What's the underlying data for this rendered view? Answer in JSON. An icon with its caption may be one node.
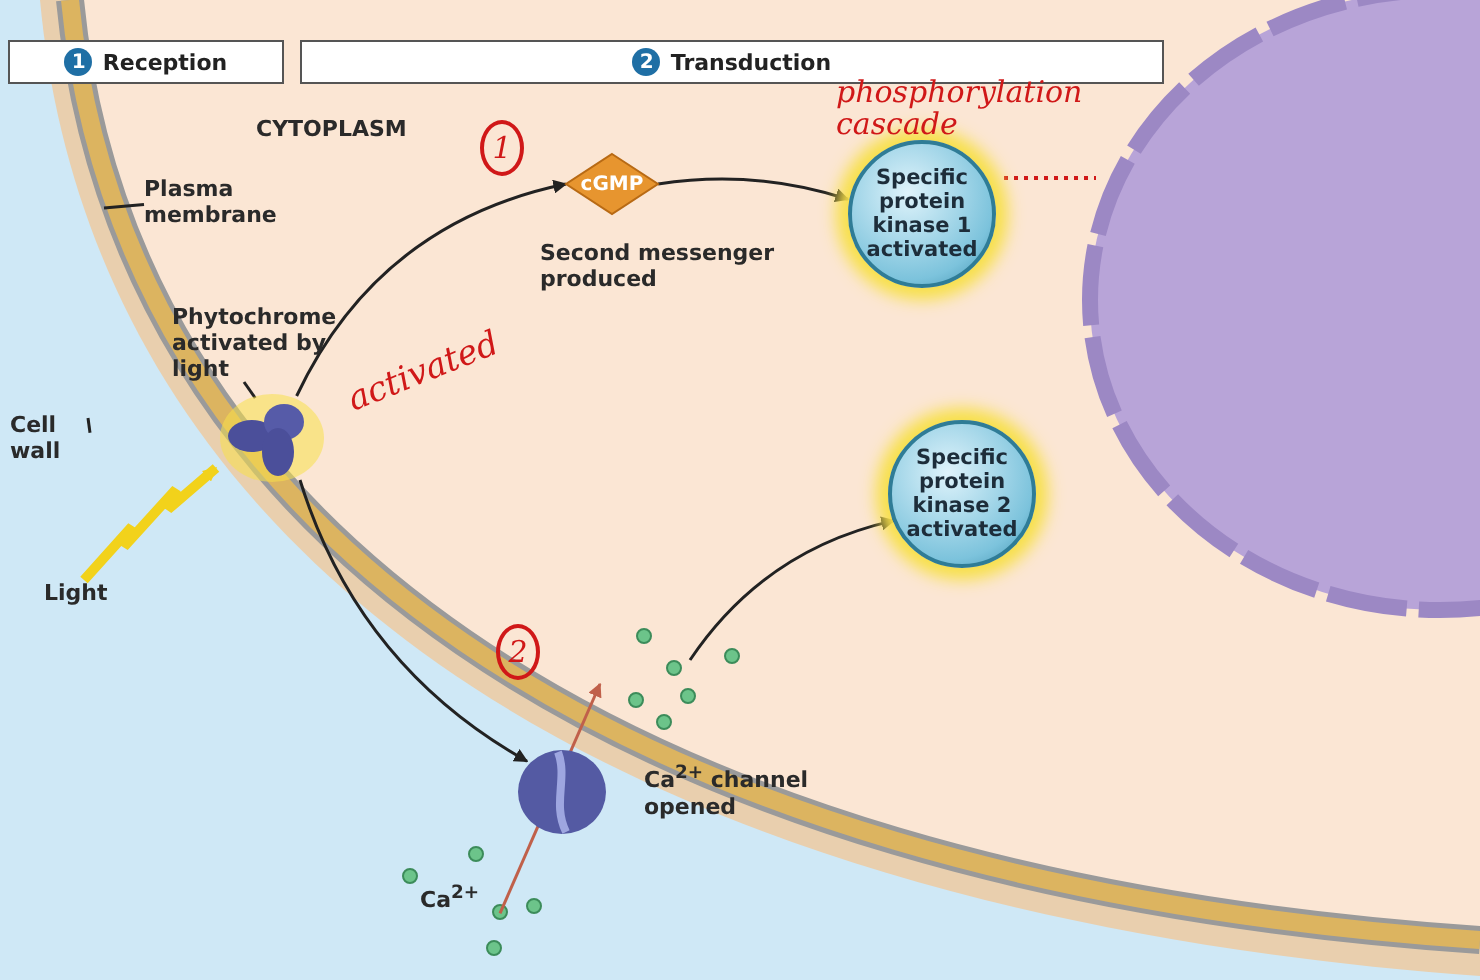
{
  "diagram": {
    "nodes": [
      {
        "text": [
          "Reception"
        ]
      },
      {
        "text": [
          "1"
        ],
        "in": 0
      },
      {
        "text": [
          "Transduction"
        ]
      },
      {
        "text": [
          "2"
        ],
        "in": 2
      },
      {
        "text": [
          "Phytochrome activated by light"
        ]
      },
      {
        "text": [],
        "shape": "picture"
      },
      {
        "text": [
          "cGMP"
        ],
        "beside": [
          "Second messenger produced"
        ]
      },
      {
        "text": [
          "Specific protein kinase 1 activated"
        ],
        "beside": [
          "phosphorylation cascade"
        ]
      },
      {
        "text": [
          "Specific protein kinase 2 activated"
        ]
      },
      {
        "text": [],
        "shape": "picture",
        "beside": [
          "Ca$^{2+}$ channel opened"
        ]
      },
      {
        "text": [
          "Plasma membrane"
        ]
      },
      {
        "text": [
          "Cell wall"
        ]
      },
      {
        "text": [
          "Light"
        ]
      },
      {
        "text": [
          "Ca$^{2+}$"
        ]
      }
    ],
    "edges": [
      {
        "from": 4,
        "to": 5,
        "arrow": "none"
      },
      {
        "from": 5,
        "to": 6,
        "arrow": "to"
      },
      {
        "from": 6,
        "to": 7,
        "arrow": "to"
      },
      {
        "from": 5,
        "to": 9,
        "arrow": "to"
      },
      {
        "from": null,
        "to": 8,
        "arrow": "to"
      },
      {
        "from": 10,
        "to": null,
        "arrow": "none"
      },
      {
        "from": 11,
        "to": null,
        "arrow": "none"
      },
      {
        "from": 12,
        "to": 5,
        "arrow": "to",
        "style": "thick",
        "color": "#f2d21b"
      },
      {
        "from": 13,
        "to": null,
        "arrow": "to",
        "color": "#c0604a"
      }
    ],
    "labels": [
      "CYTOPLASM",
      "1",
      "activated",
      "2"
    ]
  }
}
